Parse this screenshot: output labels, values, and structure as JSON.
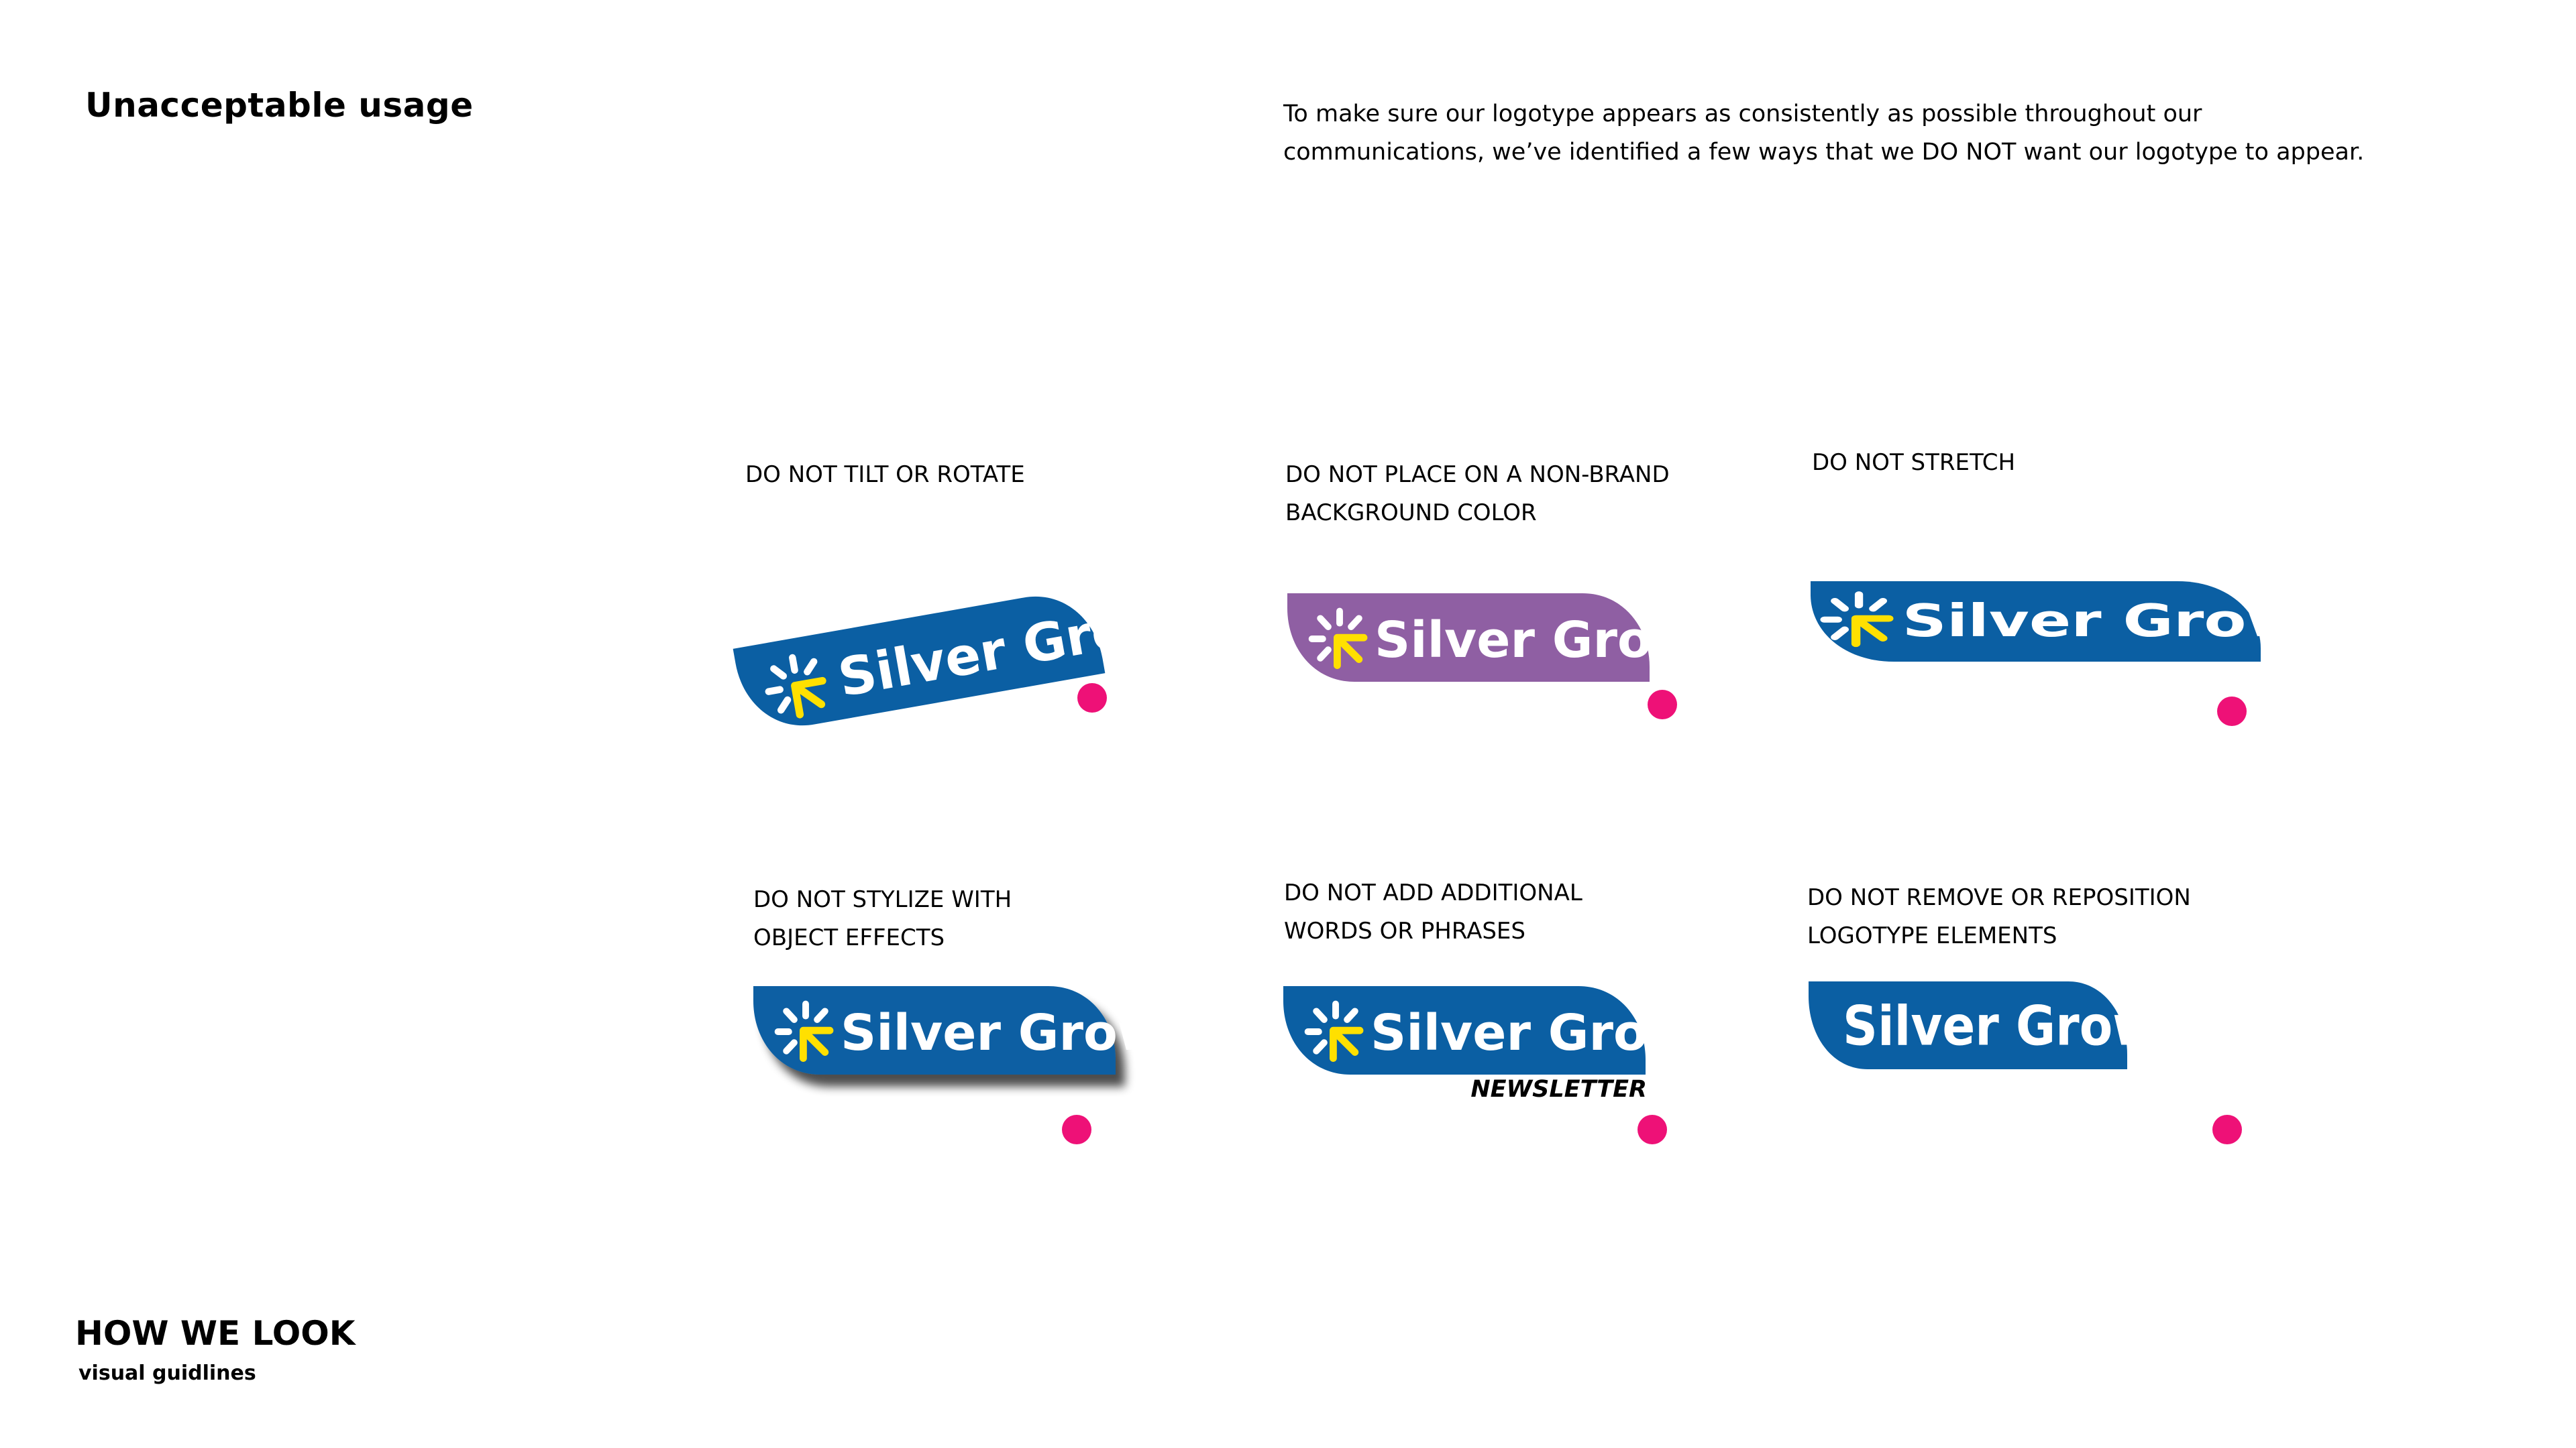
{
  "page": {
    "title": "Unacceptable usage",
    "intro_lines": [
      "To make sure our logotype appears as consistently as possible throughout our",
      "communications, we’ve identified a few ways that we DO NOT want our logotype to appear."
    ]
  },
  "brand": {
    "wordmark": "Silver Grow",
    "primary_color": "#0b5fa3",
    "off_brand_color": "#8f5fa3",
    "accent_yellow": "#ffe000",
    "dot_color": "#ee1177",
    "icon": "sunburst-arrow-icon"
  },
  "examples": [
    {
      "id": "tilt",
      "caption_lines": [
        "DO NOT TILT OR ROTATE"
      ],
      "rotation_deg": -10
    },
    {
      "id": "background",
      "caption_lines": [
        "DO NOT PLACE ON A NON-BRAND",
        "BACKGROUND COLOR"
      ]
    },
    {
      "id": "stretch",
      "caption_lines": [
        "DO NOT STRETCH"
      ]
    },
    {
      "id": "effects",
      "caption_lines": [
        "DO NOT STYLIZE WITH",
        "OBJECT EFFECTS"
      ]
    },
    {
      "id": "words",
      "caption_lines": [
        "DO NOT ADD ADDITIONAL",
        "WORDS OR PHRASES"
      ],
      "extra_word": "NEWSLETTER"
    },
    {
      "id": "remove",
      "caption_lines": [
        "DO NOT REMOVE OR REPOSITION",
        "LOGOTYPE ELEMENTS"
      ]
    }
  ],
  "footer": {
    "title": "HOW WE LOOK",
    "subtitle": "visual guidlines"
  }
}
